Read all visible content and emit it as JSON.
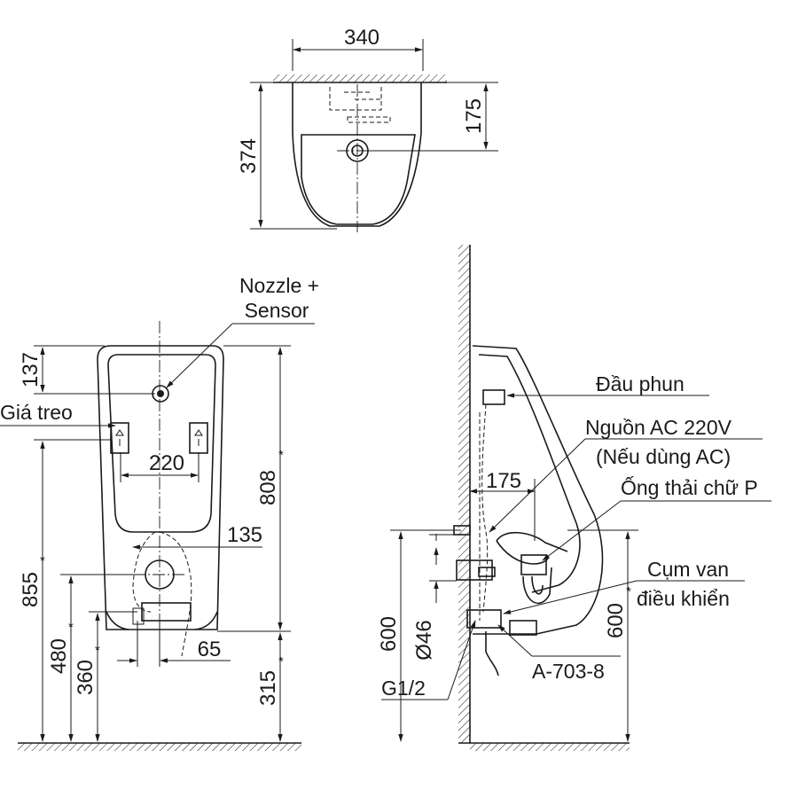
{
  "top_view": {
    "width_340": "340",
    "depth_374": "374",
    "dim_175": "175"
  },
  "front_view": {
    "nozzle_sensor_line1": "Nozzle +",
    "nozzle_sensor_line2": "Sensor",
    "gia_treo": "Giá treo",
    "dim_137": "137",
    "dim_220": "220",
    "dim_135": "135",
    "dim_65": "65",
    "dim_808": "808",
    "dim_855": "855",
    "dim_480": "480",
    "dim_360": "360",
    "dim_315": "315",
    "asterisk": "*"
  },
  "side_view": {
    "dau_phun": "Đầu phun",
    "nguon_ac_line1": "Nguồn AC 220V",
    "nguon_ac_line2": "(Nếu dùng AC)",
    "ong_thai": "Ống thải chữ P",
    "cum_van_line1": "Cụm van",
    "cum_van_line2": "điều khiển",
    "a703": "A-703-8",
    "g12": "G1/2",
    "dim_175": "175",
    "dim_600_left": "600",
    "dim_46": "Ø46",
    "dim_600_right": "600",
    "asterisk": "*"
  }
}
